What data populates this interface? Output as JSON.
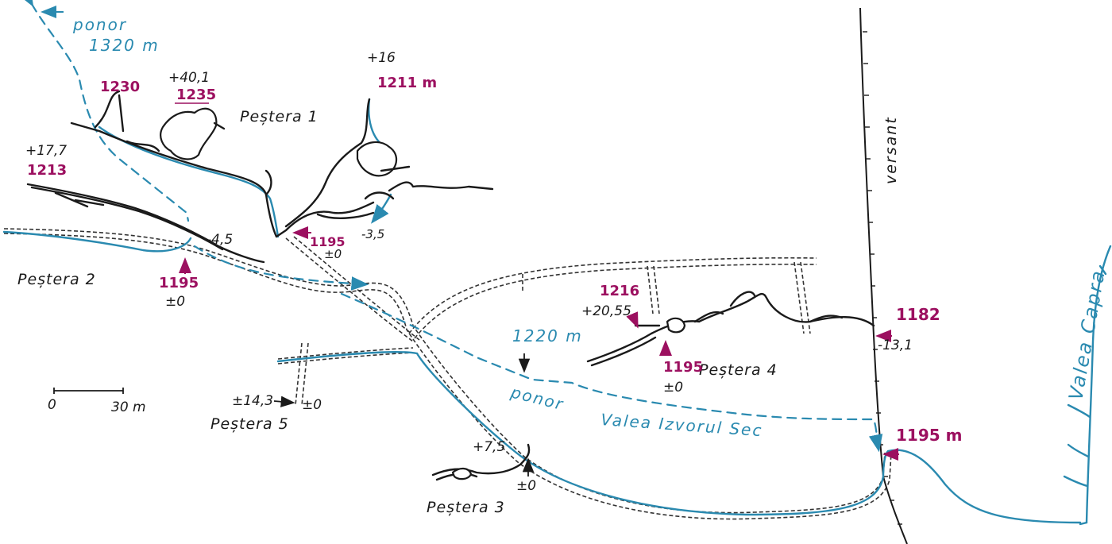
{
  "ponor_top": {
    "word": "ponor",
    "alt": "1320 m"
  },
  "ponor_mid": {
    "word": "ponor",
    "alt": "1220 m"
  },
  "valley_izvorul": "Valea Izvorul Sec",
  "valley_capra": "Valea Capra",
  "slope": "versant",
  "scale": {
    "zero": "0",
    "end": "30 m"
  },
  "caves": {
    "p1": {
      "name": "Peștera 1",
      "alt_a": "1230",
      "rel_b": "+40,1",
      "alt_b": "1235",
      "rel_c": "+16",
      "alt_c": "1211 m",
      "alt_entr": "1195",
      "rel_entr": "±0",
      "rel_d": "-3,5"
    },
    "p2": {
      "name": "Peștera 2",
      "rel_a": "+17,7",
      "alt_a": "1213",
      "rel_b": "-4,5",
      "alt_entr": "1195",
      "rel_entr": "±0"
    },
    "p3": {
      "name": "Peștera 3",
      "rel_a": "+7,5",
      "rel_entr": "±0"
    },
    "p4": {
      "name": "Peștera 4",
      "alt_a": "1216",
      "rel_a": "+20,55",
      "alt_entr": "1195",
      "rel_entr": "±0",
      "alt_b": "1182",
      "rel_b": "-13,1"
    },
    "p5": {
      "name": "Peștera 5",
      "rel_a": "±14,3",
      "rel_entr": "±0"
    }
  },
  "spring": "1195 m"
}
